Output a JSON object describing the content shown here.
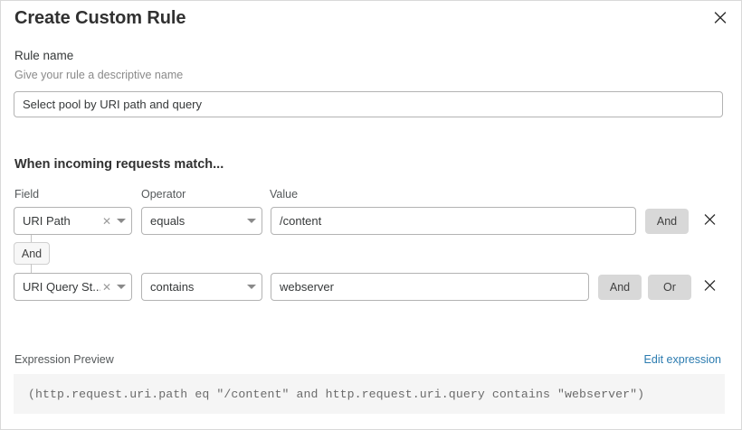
{
  "dialog": {
    "title": "Create Custom Rule",
    "close_icon": "close-icon"
  },
  "rule_name": {
    "label": "Rule name",
    "description": "Give your rule a descriptive name",
    "value": "Select pool by URI path and query",
    "placeholder": "Rule name"
  },
  "match_section": {
    "heading": "When incoming requests match...",
    "columns": {
      "field": "Field",
      "operator": "Operator",
      "value": "Value"
    },
    "connector": {
      "label": "And"
    },
    "rows": [
      {
        "field": "URI Path",
        "field_clear_icon": "clear-icon",
        "field_caret_icon": "chevron-down-icon",
        "operator": "equals",
        "operator_caret_icon": "chevron-down-icon",
        "value": "/content",
        "value_placeholder": "Value",
        "and_label": "And",
        "delete_icon": "close-icon"
      },
      {
        "field": "URI Query St...",
        "field_clear_icon": "clear-icon",
        "field_caret_icon": "chevron-down-icon",
        "operator": "contains",
        "operator_caret_icon": "chevron-down-icon",
        "value": "webserver",
        "value_placeholder": "Value",
        "and_label": "And",
        "or_label": "Or",
        "delete_icon": "close-icon"
      }
    ]
  },
  "expression_preview": {
    "label": "Expression Preview",
    "edit_link": "Edit expression",
    "code": "(http.request.uri.path eq \"/content\" and http.request.uri.query contains \"webserver\")"
  },
  "colors": {
    "link": "#2c7cb0",
    "logic_button_bg": "#d8d8d8",
    "code_bg": "#f5f5f5",
    "border": "#b3b3b3",
    "text": "#36393a",
    "muted": "#8a8a8a"
  }
}
